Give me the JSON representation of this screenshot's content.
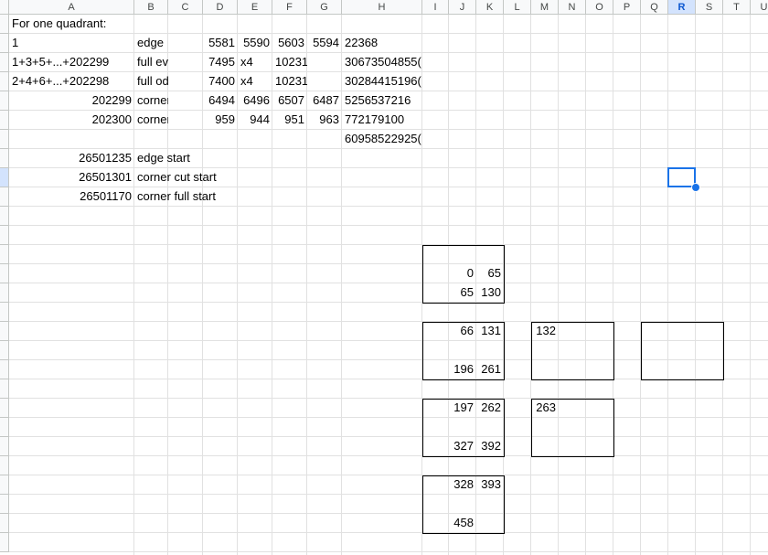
{
  "columns": [
    "A",
    "B",
    "C",
    "D",
    "E",
    "F",
    "G",
    "H",
    "I",
    "J",
    "K",
    "L",
    "M",
    "N",
    "O",
    "P",
    "Q",
    "R",
    "S",
    "T",
    "U"
  ],
  "selected_column": "R",
  "cells": {
    "A1": "For one quadrant:",
    "A2": "1",
    "B2": "edge",
    "D2": "5581",
    "E2": "5590",
    "F2": "5603",
    "G2": "5594",
    "H2": "22368",
    "A3": "1+3+5+...+202299",
    "B3": "full even mic",
    "D3": "7495",
    "E3": "x4",
    "F3": "10231",
    "H3": "30673504855(",
    "A4": "2+4+6+...+202298",
    "B4": "full odd mid",
    "D4": "7400",
    "E4": "x4",
    "F4": "10231",
    "H4": "30284415196(",
    "A5": "202299",
    "B5": "corner full",
    "D5": "6494",
    "E5": "6496",
    "F5": "6507",
    "G5": "6487",
    "H5": "5256537216",
    "A6": "202300",
    "B6": "corner cut",
    "D6": "959",
    "E6": "944",
    "F6": "951",
    "G6": "963",
    "H6": "772179100",
    "H7": "60958522925(",
    "A8": "26501235",
    "B8": "edge start",
    "A9": "26501301",
    "B9": "corner cut start",
    "A10": "26501170",
    "B10": "corner full start",
    "J14": "0",
    "K14": "65",
    "J15": "65",
    "K15": "130",
    "J17": "66",
    "K17": "131",
    "M17": "132",
    "J19": "196",
    "K19": "261",
    "J21": "197",
    "K21": "262",
    "M21": "263",
    "J23": "327",
    "K23": "392",
    "J25": "328",
    "K25": "393",
    "J27": "458"
  }
}
